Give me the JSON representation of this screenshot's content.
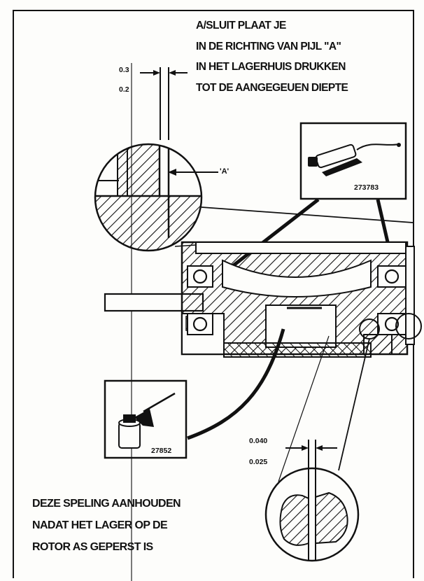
{
  "instruction_top": [
    "A/SLUIT PLAAT JE",
    "IN DE RICHTING VAN PIJL \"A\"",
    "IN HET LAGERHUIS DRUKKEN",
    "TOT DE AANGEGEUEN DIEPTE"
  ],
  "instruction_bottom": [
    "DEZE SPELING AANHOUDEN",
    "NADAT HET LAGER OP DE",
    "ROTOR AS GEPERST IS"
  ],
  "gap_top": {
    "max": "0.3",
    "min": "0.2"
  },
  "gap_bottom": {
    "max": "0.040",
    "min": "0.025"
  },
  "arrow_label": "'A'",
  "tools": [
    {
      "icon": "grease-gun-icon",
      "number": "273783"
    },
    {
      "icon": "oil-can-icon",
      "number": "27852"
    }
  ],
  "colors": {
    "ink": "#111111",
    "paper": "#fdfdfb"
  }
}
